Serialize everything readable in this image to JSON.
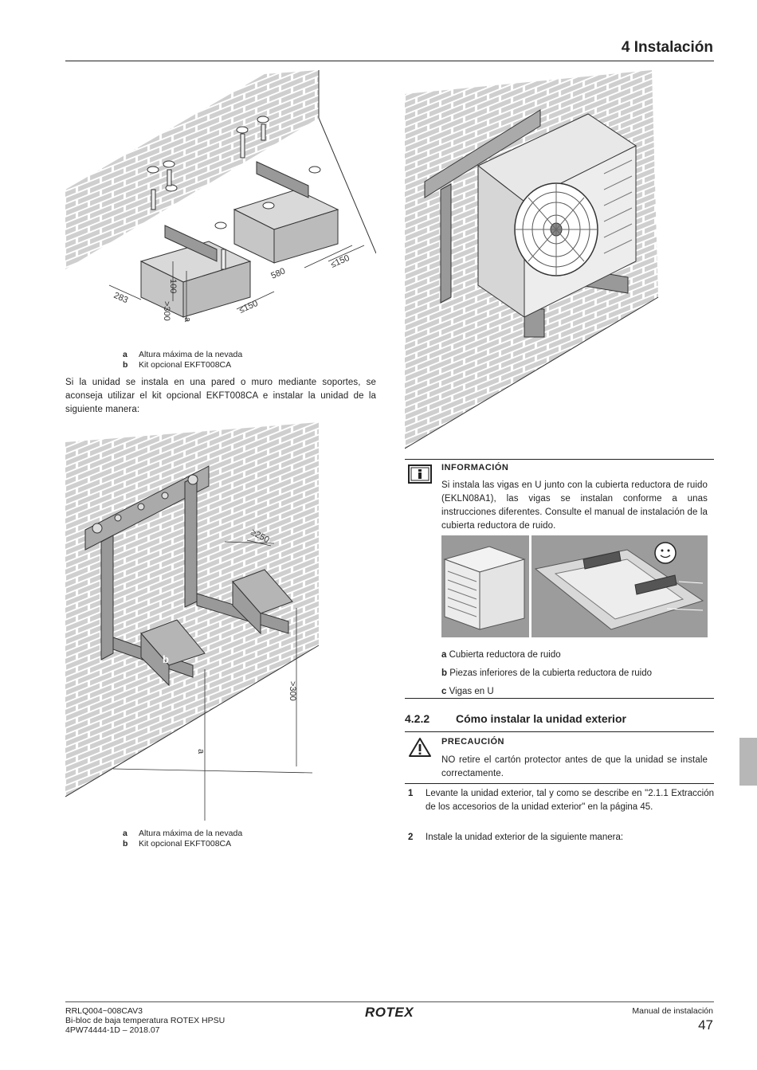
{
  "header": {
    "chapter": "4 Instalación"
  },
  "figure1": {
    "dims": {
      "d580": "580",
      "d150a": "≤150",
      "d150b": "≤150",
      "d283": "283",
      "d100": "100",
      "d300": ">300",
      "a": "a"
    },
    "legend": [
      {
        "key": "a",
        "text": "Altura máxima de la nevada"
      },
      {
        "key": "b",
        "text": "Kit opcional EKFT008CA"
      }
    ]
  },
  "intro_text": "Si la unidad se instala en una pared o muro mediante soportes, se aconseja utilizar el kit opcional EKFT008CA e instalar la unidad de la siguiente manera:",
  "figure2": {
    "dims": {
      "d250": "≥250",
      "d300": ">300",
      "a": "a",
      "b": "b"
    },
    "legend": [
      {
        "key": "a",
        "text": "Altura máxima de la nevada"
      },
      {
        "key": "b",
        "text": "Kit opcional EKFT008CA"
      }
    ]
  },
  "info_box": {
    "title": "INFORMACIÓN",
    "text": "Si instala las vigas en U junto con la cubierta reductora de ruido (EKLN08A1), las vigas se instalan conforme a unas instrucciones diferentes. Consulte el manual de instalación de la cubierta reductora de ruido.",
    "legend": [
      {
        "key": "a",
        "text": "Cubierta reductora de ruido"
      },
      {
        "key": "b",
        "text": "Piezas inferiores de la cubierta reductora de ruido"
      },
      {
        "key": "c",
        "text": "Vigas en U"
      }
    ]
  },
  "section": {
    "number": "4.2.2",
    "title": "Cómo instalar la unidad exterior"
  },
  "caution": {
    "title": "PRECAUCIÓN",
    "text": "NO retire el cartón protector antes de que la unidad se instale correctamente."
  },
  "steps": [
    {
      "n": "1",
      "text": "Levante la unidad exterior, tal y como se describe en \"2.1.1 Extracción de los accesorios de la unidad exterior\" en la página 45."
    },
    {
      "n": "2",
      "text": "Instale la unidad exterior de la siguiente manera:"
    }
  ],
  "footer": {
    "left": [
      "RRLQ004~008CAV3",
      "Bi-bloc de baja temperatura ROTEX HPSU",
      "4PW74444-1D – 2018.07"
    ],
    "logo": "ROTEX",
    "right": "Manual de instalación",
    "page": "47"
  }
}
